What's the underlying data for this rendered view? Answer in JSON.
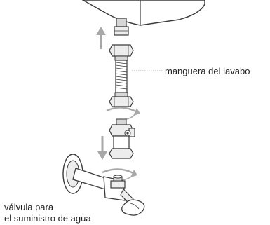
{
  "labels": {
    "hose": "manguera del lavabo",
    "valve_line1": "válvula para",
    "valve_line2": "el suministro de agua"
  },
  "colors": {
    "line": "#3a3a3a",
    "fill_white": "#ffffff",
    "fill_light": "#ededed",
    "fill_mid": "#d6d6d6",
    "arrow_gray": "#a8a8a8",
    "leader": "#9a9a9a"
  }
}
